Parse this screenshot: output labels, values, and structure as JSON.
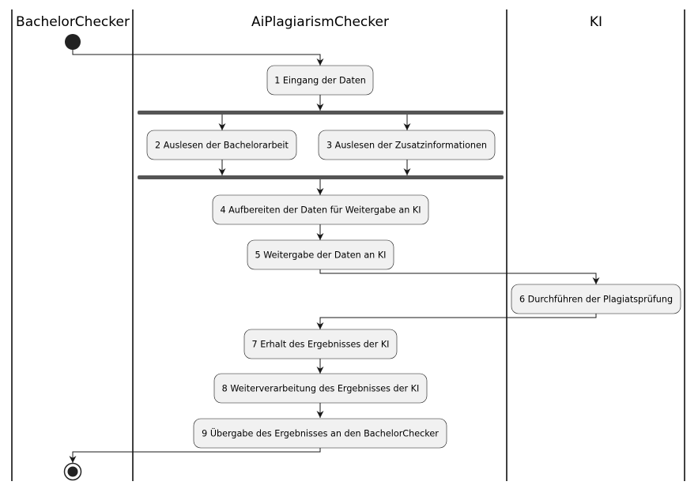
{
  "swimlanes": [
    {
      "id": "bachelor",
      "title": "BachelorChecker"
    },
    {
      "id": "ai",
      "title": "AiPlagiarismChecker"
    },
    {
      "id": "ki",
      "title": "KI"
    }
  ],
  "activities": [
    {
      "id": "a1",
      "label": "1 Eingang der Daten"
    },
    {
      "id": "a2",
      "label": "2 Auslesen der Bachelorarbeit"
    },
    {
      "id": "a3",
      "label": "3 Auslesen der Zusatzinformationen"
    },
    {
      "id": "a4",
      "label": "4 Aufbereiten der Daten für Weitergabe an KI"
    },
    {
      "id": "a5",
      "label": "5 Weitergabe der Daten an KI"
    },
    {
      "id": "a6",
      "label": "6 Durchführen der Plagiatsprüfung"
    },
    {
      "id": "a7",
      "label": "7 Erhalt des Ergebnisses der KI"
    },
    {
      "id": "a8",
      "label": "8 Weiterverarbeitung des Ergebnisses der KI"
    },
    {
      "id": "a9",
      "label": "9 Übergabe des Ergebnisses an den BachelorChecker"
    }
  ],
  "colors": {
    "activity_fill": "#f1f1f1",
    "activity_border": "#181818",
    "fork_bar": "#555555",
    "start_node": "#222222",
    "lane_divider": "#000000"
  }
}
